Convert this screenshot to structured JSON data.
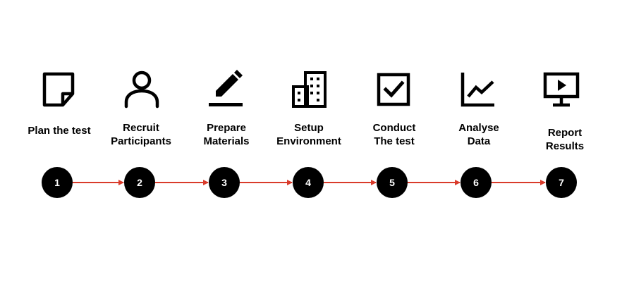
{
  "steps": [
    {
      "number": "1",
      "lines": [
        "Plan the test"
      ],
      "icon": "note-icon"
    },
    {
      "number": "2",
      "lines": [
        "Recruit",
        "Participants"
      ],
      "icon": "person-icon"
    },
    {
      "number": "3",
      "lines": [
        "Prepare",
        "Materials"
      ],
      "icon": "pencil-icon"
    },
    {
      "number": "4",
      "lines": [
        "Setup",
        "Environment"
      ],
      "icon": "buildings-icon"
    },
    {
      "number": "5",
      "lines": [
        "Conduct",
        "The test"
      ],
      "icon": "checkbox-icon"
    },
    {
      "number": "6",
      "lines": [
        "Analyse",
        "Data"
      ],
      "icon": "line-chart-icon"
    },
    {
      "number": "7",
      "lines": [
        "Report",
        "Results"
      ],
      "icon": "monitor-play-icon"
    }
  ],
  "colors": {
    "connector": "#d93b2b",
    "node": "#000000",
    "node_text": "#ffffff"
  }
}
